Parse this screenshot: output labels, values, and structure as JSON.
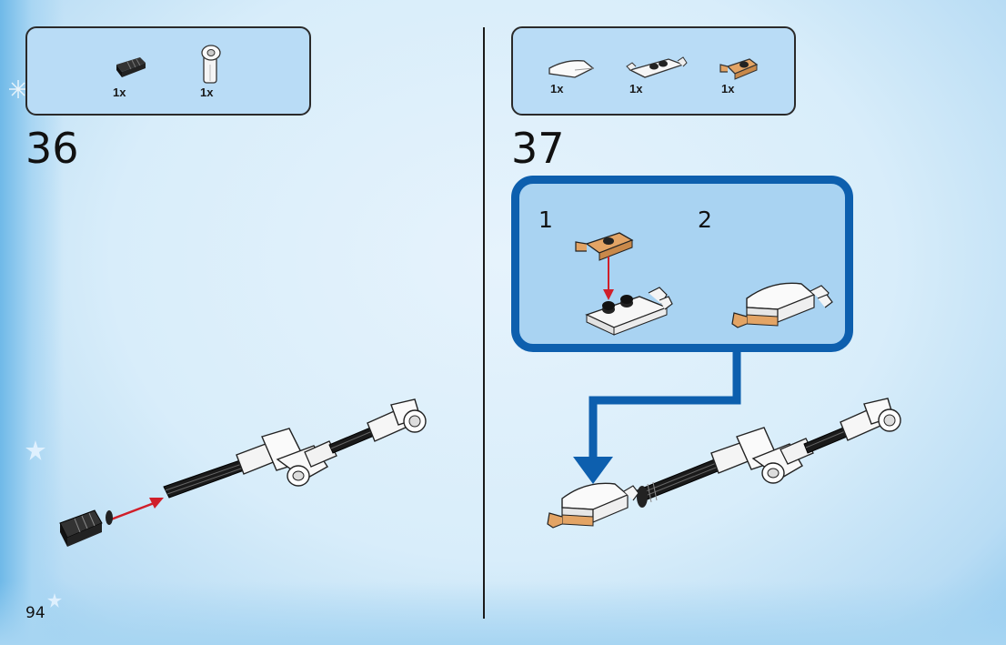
{
  "page_number": "94",
  "steps": [
    {
      "number": "36",
      "parts": [
        {
          "icon": "black-axle-connector-icon",
          "qty": "1x"
        },
        {
          "icon": "white-technic-connector-icon",
          "qty": "1x"
        }
      ]
    },
    {
      "number": "37",
      "parts": [
        {
          "icon": "white-curved-slope-icon",
          "qty": "1x"
        },
        {
          "icon": "white-plate-with-clips-icon",
          "qty": "1x"
        },
        {
          "icon": "tan-plate-with-clip-icon",
          "qty": "1x"
        }
      ],
      "substeps": [
        {
          "number": "1"
        },
        {
          "number": "2"
        }
      ]
    }
  ],
  "colors": {
    "instruction_arrow": "#d01f2a",
    "callout_blue": "#0d5fae",
    "parts_box_bg": "#b9dcf6",
    "tan": "#e3a465"
  }
}
